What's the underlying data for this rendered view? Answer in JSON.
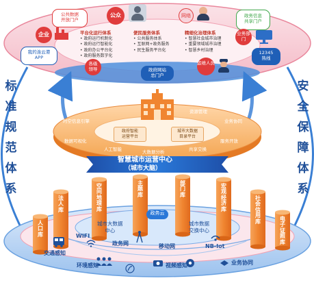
{
  "colors": {
    "accent_red": "#e03c3c",
    "accent_blue": "#1f5fb7",
    "accent_orange": "#ea8a2a",
    "pink_ring": "#f6a7b6",
    "blue_ring": "#6aa1e0",
    "green": "#3fa64a"
  },
  "top": {
    "public_data": "公共数据\n开放门户",
    "public": "公众",
    "network": "网络",
    "gov_share": "政务信息\n共享门户",
    "enterprise": "企业",
    "gov_app": "我的连云港\nAPP",
    "business_dept": "业务部门",
    "hotline": "12345\n热线",
    "all_levels": "各级\n领导",
    "gov_portal": "政府网站\n总门户",
    "grid_staff": "运维人员",
    "block_left": {
      "title": "平台化运行体系",
      "items": [
        "政府运行机制化",
        "政府运行智能化",
        "政府办公平台化",
        "政府服务数字化"
      ]
    },
    "block_mid": {
      "title": "便民服务体系",
      "items": [
        "公共服务体系",
        "互联网+政务服务",
        "民生服务平台化"
      ]
    },
    "block_right": {
      "title": "精细化治理体系",
      "items": [
        "智慧社会城市治理",
        "重要领域城市治理",
        "智慧乡村治理"
      ]
    }
  },
  "side_left": "标准规范体系",
  "side_right": "安全保障体系",
  "center": {
    "labels": [
      "时空信息引擎",
      "数据可视化",
      "人工智能",
      "大数据分析",
      "共享交换",
      "服务开放",
      "业务协同",
      "资源管理"
    ],
    "box_left": "政府智能\n运营平台",
    "box_right": "城市大数据\n目录平台",
    "title": "智慧城市运营中心",
    "subtitle": "（城市大脑）"
  },
  "libraries": [
    "人口库",
    "法人库",
    "空间地理库",
    "主题库",
    "部门库",
    "宏观经济库",
    "社会信用库",
    "电子证照库"
  ],
  "bottom": {
    "gov_cloud": "政务云",
    "data_center": "城市大数据\n中心",
    "exchange_center": "城市数据\n交换中心",
    "wifi": "WIFI",
    "gov_net": "政务网",
    "mobile_net": "移动网",
    "nbiot": "NB-Iot",
    "traffic": "交通感知",
    "env": "环境感知",
    "video": "视频感知",
    "biz": "业务协同"
  }
}
